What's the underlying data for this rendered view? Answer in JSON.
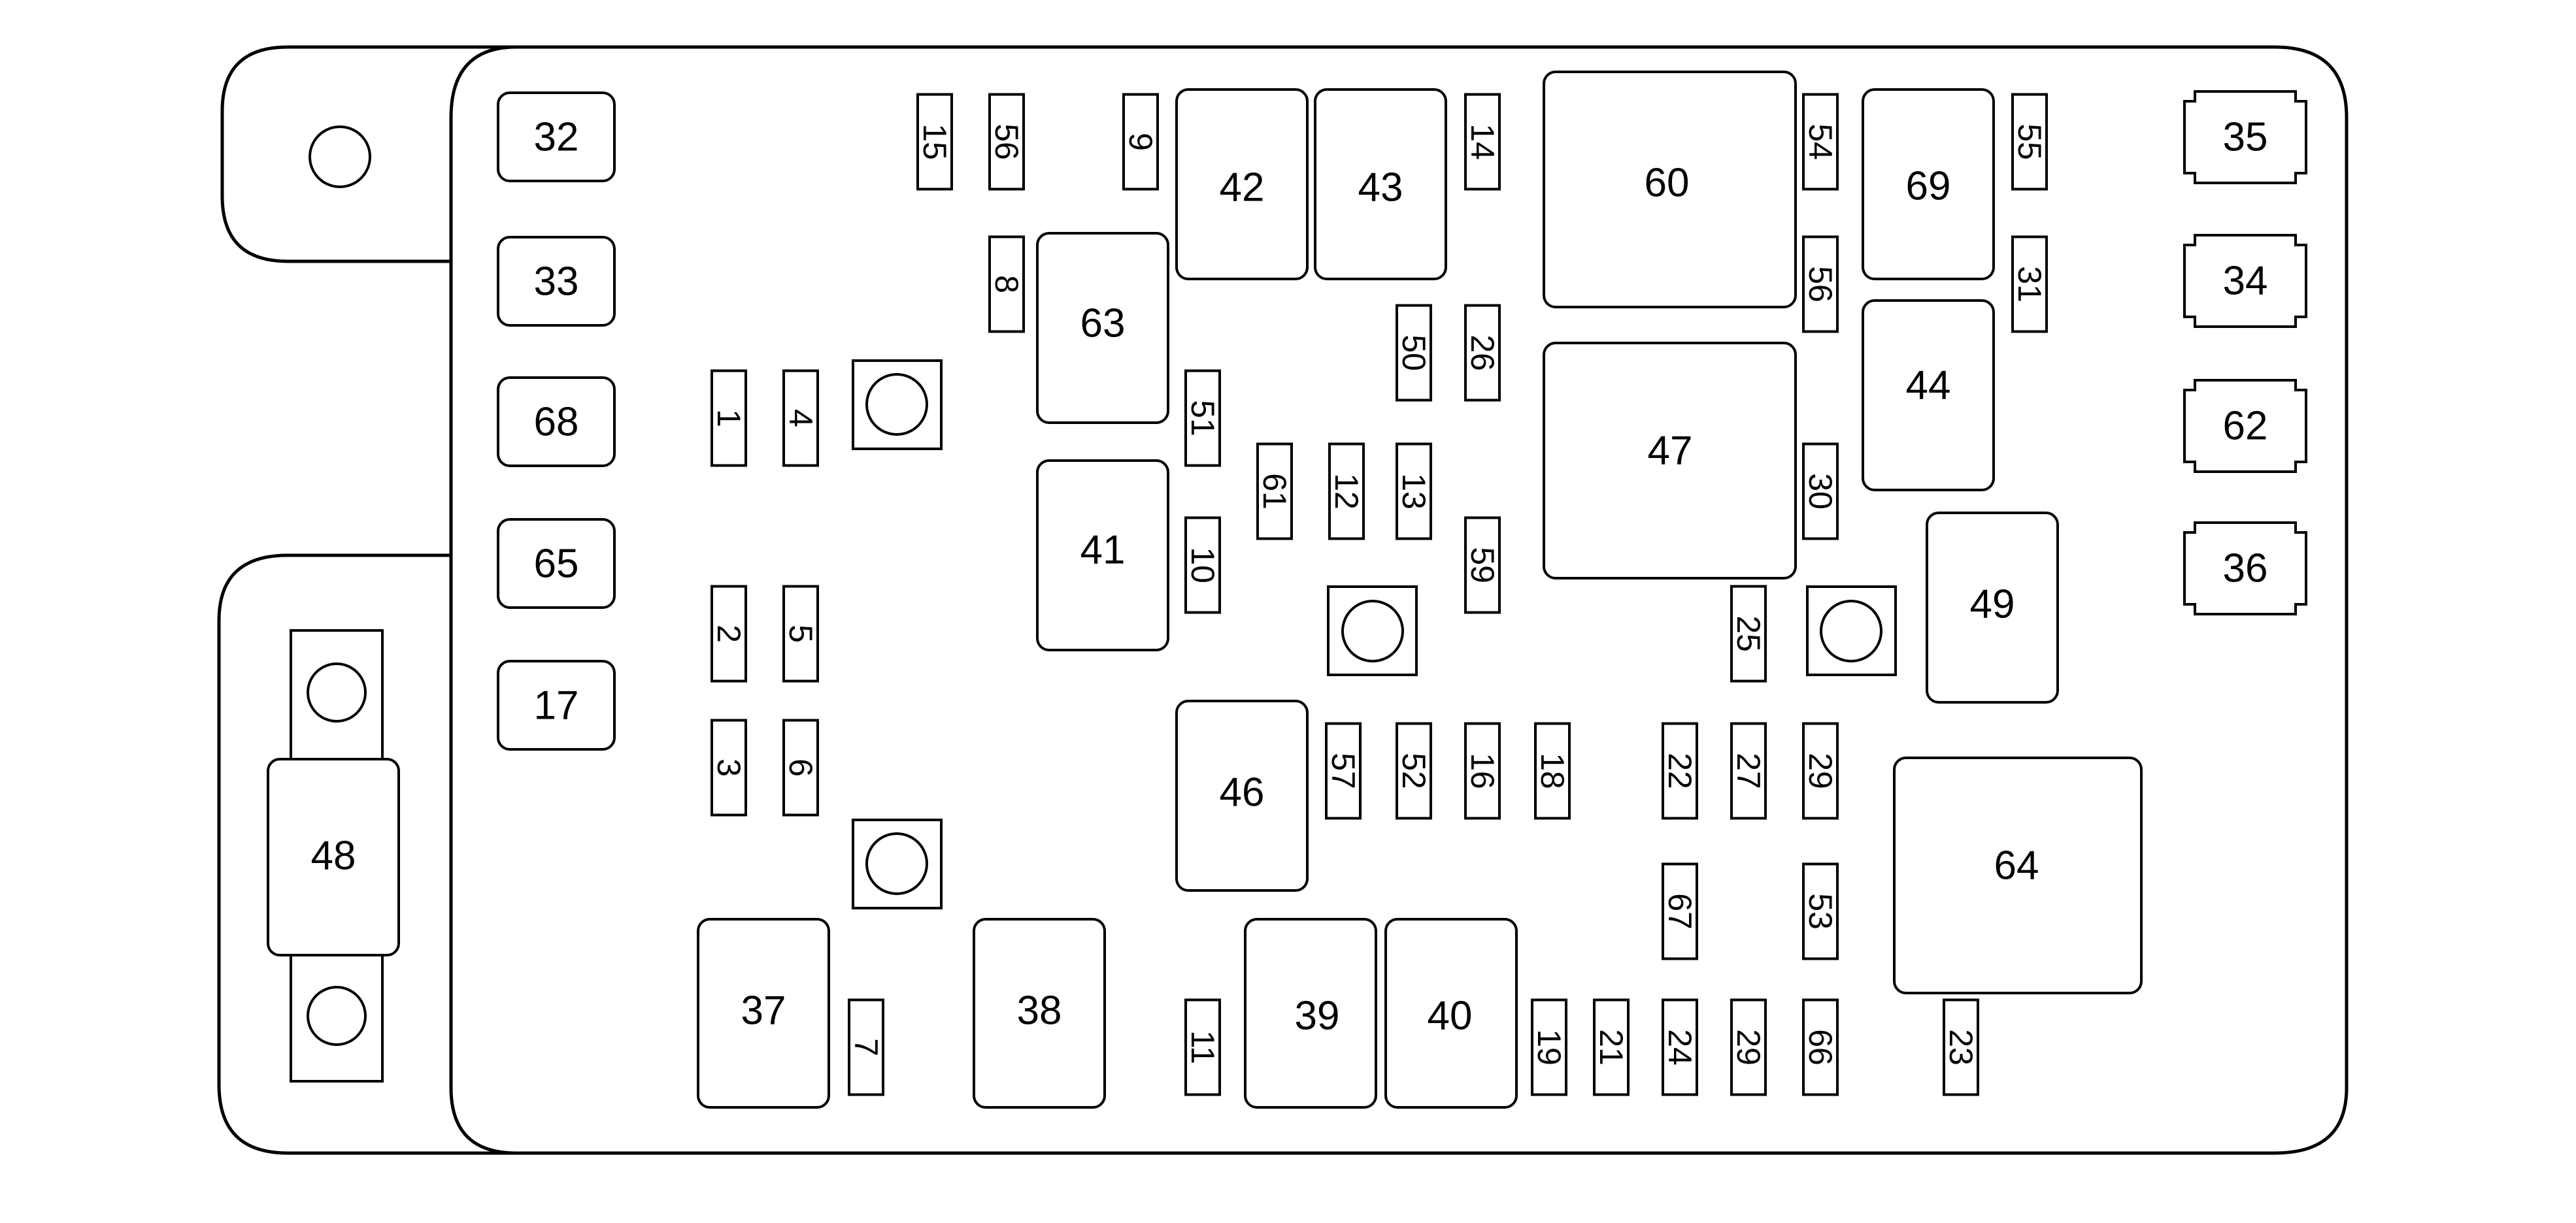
{
  "large_relays": [
    "32",
    "33",
    "68",
    "65",
    "17",
    "35",
    "34",
    "62",
    "36",
    "42",
    "43",
    "63",
    "41",
    "60",
    "69",
    "47",
    "44",
    "49",
    "46",
    "64",
    "37",
    "38",
    "39",
    "40",
    "48"
  ],
  "mini_fuses": [
    "15",
    "56",
    "9",
    "14",
    "54",
    "55",
    "8",
    "56",
    "31",
    "50",
    "26",
    "1",
    "4",
    "51",
    "61",
    "12",
    "13",
    "30",
    "10",
    "59",
    "2",
    "5",
    "25",
    "3",
    "6",
    "57",
    "52",
    "16",
    "18",
    "22",
    "27",
    "29",
    "67",
    "53",
    "7",
    "11",
    "19",
    "21",
    "24",
    "29",
    "66",
    "23"
  ]
}
